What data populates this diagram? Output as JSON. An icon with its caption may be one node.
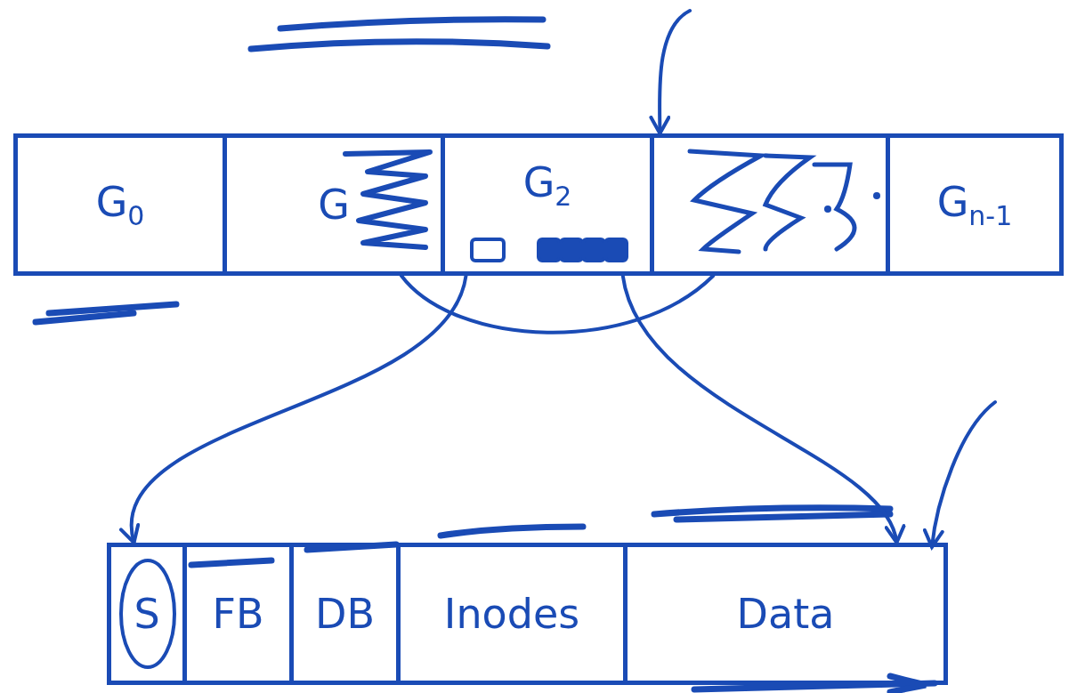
{
  "diagram": {
    "nodes": [
      {
        "text": [],
        "shape": "box"
      },
      {
        "text": [
          "G$_{0}$"
        ],
        "in": 0
      },
      {
        "text": [
          "G"
        ],
        "in": 0
      },
      {
        "text": [
          "G$_{2}$"
        ],
        "in": 0
      },
      {
        "text": [],
        "shape": "box",
        "in": 0
      },
      {
        "text": [
          "G$_{n-1}$"
        ],
        "in": 0
      },
      {
        "text": [],
        "shape": "box"
      },
      {
        "text": [
          "S"
        ],
        "in": 6
      },
      {
        "text": [
          "FB"
        ],
        "in": 6
      },
      {
        "text": [
          "DB"
        ],
        "in": 6
      },
      {
        "text": [
          "Inodes"
        ],
        "in": 6
      },
      {
        "text": [
          "Data"
        ],
        "in": 6
      }
    ],
    "edges": [
      {
        "from": 3,
        "to": 7,
        "arrow": "to"
      },
      {
        "from": 3,
        "to": 11,
        "arrow": "to"
      },
      {
        "from": 2,
        "to": 4,
        "arrow": "none"
      },
      {
        "from": null,
        "to": 11,
        "arrow": "to"
      },
      {
        "from": null,
        "to": 0,
        "arrow": "to"
      }
    ]
  }
}
